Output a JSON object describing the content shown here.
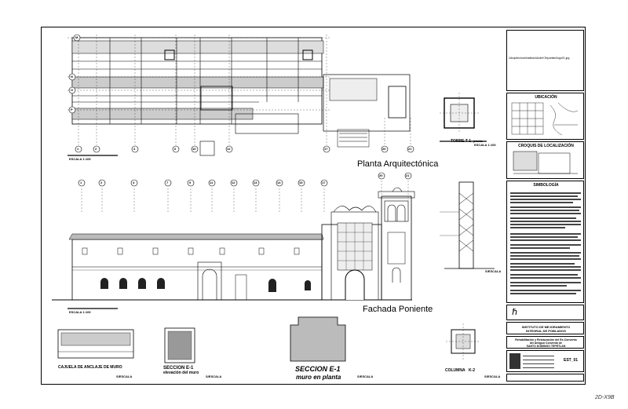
{
  "sheet_labels": {
    "plan_title": "Planta Arquitectónica",
    "facade_title": "Fachada Poniente",
    "section_title_line1": "SECCION E-1",
    "section_title_line2": "muro en planta",
    "elevation_title_line1": "SECCION E-1",
    "elevation_title_line2": "elevación del muro",
    "anchor_label": "CAJUELA DE ANCLAJE DE MURO",
    "column_label": "COLUMNA",
    "column_code": "K-2",
    "tower_label": "TORRE T-1",
    "tower_sub": "planta",
    "scale_plan": "ESCALA 1:100",
    "scale_facade": "ESCALA 1:100",
    "scale_tower": "ESCALA 1:100",
    "scale_generic": "S/ESCALA",
    "stamp": "2D-X9B"
  },
  "plan_axes_top": [
    "1",
    "2",
    "4",
    "6",
    "10",
    "12",
    "17",
    "20",
    "21"
  ],
  "plan_axes_side": [
    "M",
    "N",
    "O",
    "P"
  ],
  "facade_axes": [
    "1",
    "2",
    "4",
    "7",
    "9",
    "11",
    "12",
    "13",
    "14",
    "15",
    "17",
    "20",
    "21"
  ],
  "title_block": {
    "location_path": "\\\\Arquitectura\\Instituto\\Andre\\Tepoztlan\\logo01.jpg",
    "ubicacion": "UBICACIÓN",
    "croquis": "CROQUIS DE LOCALIZACIÓN",
    "simbologia": "SIMBOLOGÍA",
    "institute_line1": "INSTITUTO DE MEJORAMIENTO",
    "institute_line2": "INTEGRAL DE POBLADOS",
    "project_line1": "Rehabilitación y Restauración del Ex-Convento",
    "project_line2": "del Antiguo Convento de",
    "project_line3": "SANTO DOMINGO TEPETLAN",
    "sheet_code": "EST_01"
  }
}
